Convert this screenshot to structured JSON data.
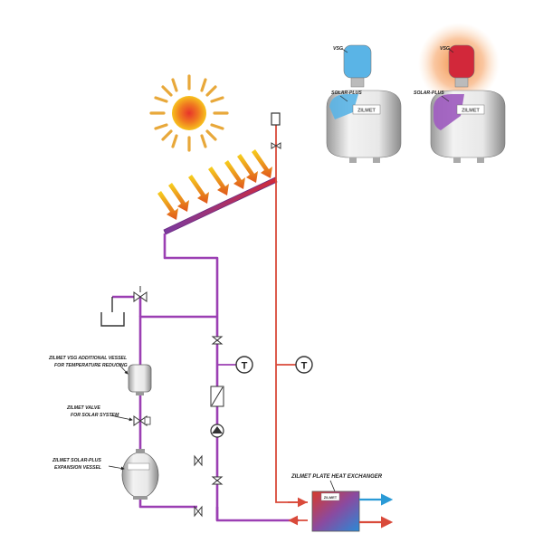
{
  "diagram": {
    "labels": {
      "vessel_vsg_additional": [
        "ZILMET VSG ADDITIONAL VESSEL",
        "FOR TEMPERATURE REDUCING"
      ],
      "valve_solar": [
        "ZILMET VALVE",
        "FOR SOLAR SYSTEM"
      ],
      "vessel_solar_plus": [
        "ZILMET SOLAR-PLUS",
        "EXPANSION VESSEL"
      ],
      "plate_heat_exchanger": "ZILMET PLATE HEAT EXCHANGER",
      "inset_left_top": "VSG",
      "inset_left_bottom": "SOLAR-PLUS",
      "inset_right_top": "VSG",
      "inset_right_bottom": "SOLAR-PLUS",
      "brand": "ZILMET",
      "thermometer_symbol": "T"
    },
    "colors": {
      "solar_circuit_pipe": "#9b3fb3",
      "hot_pipe": "#d94a3a",
      "cold_water": "#2a9ad6",
      "sun_core": "#f0b020",
      "sun_ray": "#e8a83a",
      "collector": "#c83050",
      "arrow": "#f2b81e",
      "glow": "#f0883a"
    }
  }
}
